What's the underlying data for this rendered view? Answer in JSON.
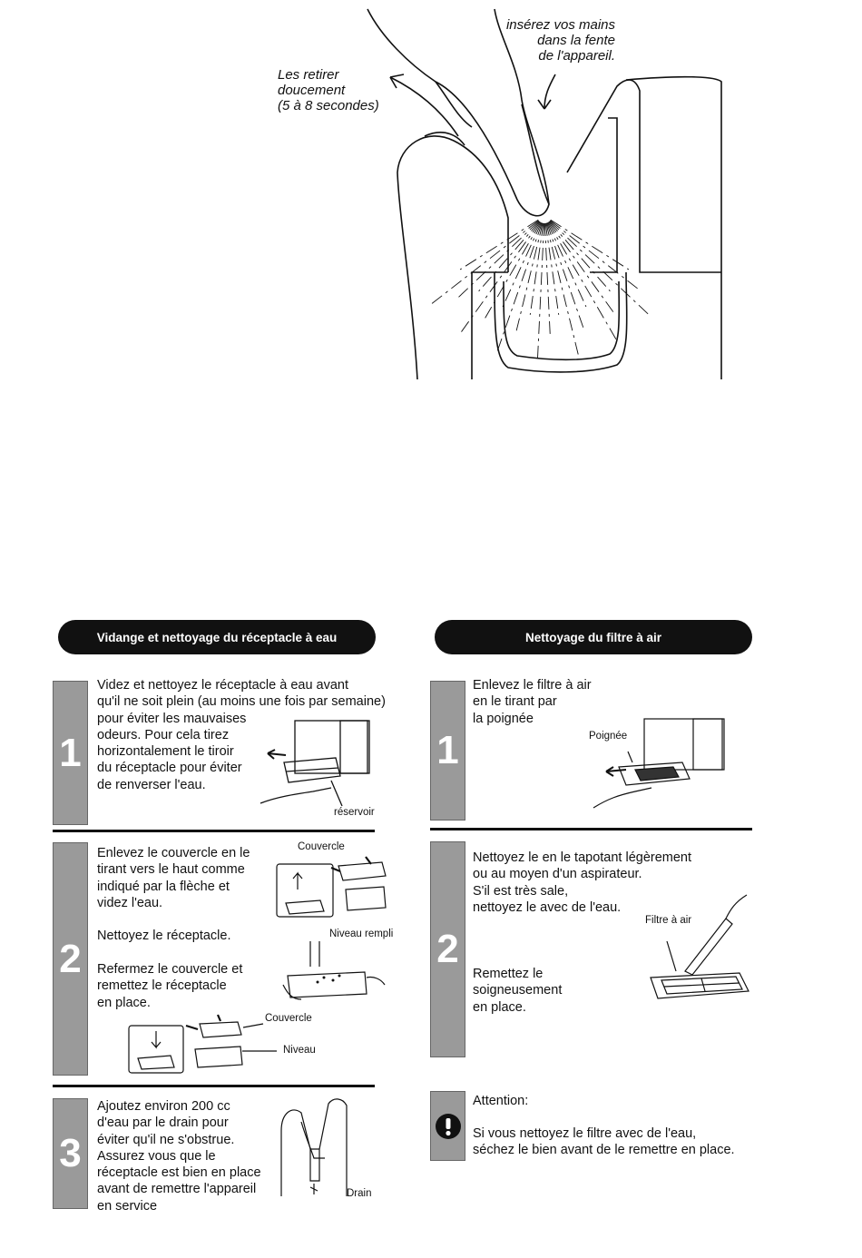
{
  "top_figure": {
    "insert_label": [
      "insérez vos mains",
      "dans la fente",
      "de l'appareil."
    ],
    "remove_label": [
      "Les retirer",
      "doucement",
      "(5 à 8 secondes)"
    ]
  },
  "left_section": {
    "header": "Vidange et nettoyage du réceptacle à eau",
    "steps": [
      {
        "number": "1",
        "lines": [
          "Videz et nettoyez le réceptacle à eau avant",
          "qu'il ne soit plein (au moins une fois par semaine)",
          "pour  éviter les mauvaises",
          "odeurs. Pour cela tirez",
          "horizontalement le tiroir",
          "du réceptacle pour éviter",
          "de renverser l'eau."
        ],
        "labels": {
          "reservoir": "réservoir"
        }
      },
      {
        "number": "2",
        "para1": [
          "Enlevez le couvercle en le",
          "tirant vers le haut comme",
          "indiqué par la flèche et",
          "videz l'eau."
        ],
        "para2": "Nettoyez le réceptacle.",
        "para3": [
          "Refermez le couvercle et",
          "remettez le réceptacle",
          "en place."
        ],
        "labels": {
          "couvercle_top": "Couvercle",
          "niveau_rempli": "Niveau rempli",
          "couvercle_bottom": "Couvercle",
          "niveau": "Niveau"
        }
      },
      {
        "number": "3",
        "lines": [
          "Ajoutez environ 200 cc",
          "d'eau par le drain pour",
          "éviter qu'il ne s'obstrue.",
          "Assurez vous que le",
          "réceptacle est bien en place",
          "avant de remettre l'appareil",
          "en service"
        ],
        "labels": {
          "drain": "Drain"
        }
      }
    ]
  },
  "right_section": {
    "header": "Nettoyage du filtre à air",
    "steps": [
      {
        "number": "1",
        "lines": [
          "Enlevez le filtre à air",
          "en le tirant par",
          "la poignée"
        ],
        "labels": {
          "poignee": "Poignée"
        }
      },
      {
        "number": "2",
        "para1": [
          "Nettoyez le en le tapotant légèrement",
          "ou au moyen d'un aspirateur.",
          "S'il est très sale,",
          "nettoyez le avec de l'eau."
        ],
        "para2": [
          "Remettez le",
          "soigneusement",
          "en place."
        ],
        "labels": {
          "filtre": "Filtre à air"
        }
      }
    ],
    "attention": {
      "icon": "exclamation-icon",
      "title": "Attention:",
      "lines": [
        "Si vous nettoyez le filtre avec de l'eau,",
        "séchez le bien avant de le remettre en place."
      ]
    }
  }
}
